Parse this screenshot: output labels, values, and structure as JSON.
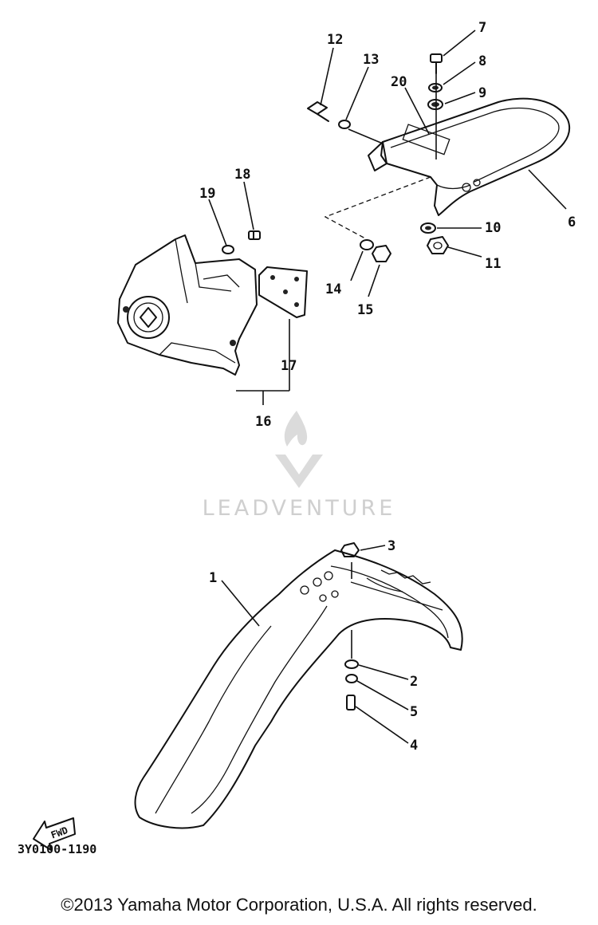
{
  "callouts": [
    {
      "label": "1"
    },
    {
      "label": "2"
    },
    {
      "label": "3"
    },
    {
      "label": "4"
    },
    {
      "label": "5"
    },
    {
      "label": "6"
    },
    {
      "label": "7"
    },
    {
      "label": "8"
    },
    {
      "label": "9"
    },
    {
      "label": "10"
    },
    {
      "label": "11"
    },
    {
      "label": "12"
    },
    {
      "label": "13"
    },
    {
      "label": "14"
    },
    {
      "label": "15"
    },
    {
      "label": "16"
    },
    {
      "label": "17"
    },
    {
      "label": "18"
    },
    {
      "label": "19"
    },
    {
      "label": "20"
    }
  ],
  "watermark": {
    "text": "LEADVENTURE",
    "icon": "flame-v-logo-icon",
    "color": "#cfcfcf"
  },
  "fwd_arrow": {
    "label": "FWD"
  },
  "drawing_number": "3Y0100-1190",
  "copyright": "©2013 Yamaha Motor Corporation, U.S.A. All rights reserved."
}
